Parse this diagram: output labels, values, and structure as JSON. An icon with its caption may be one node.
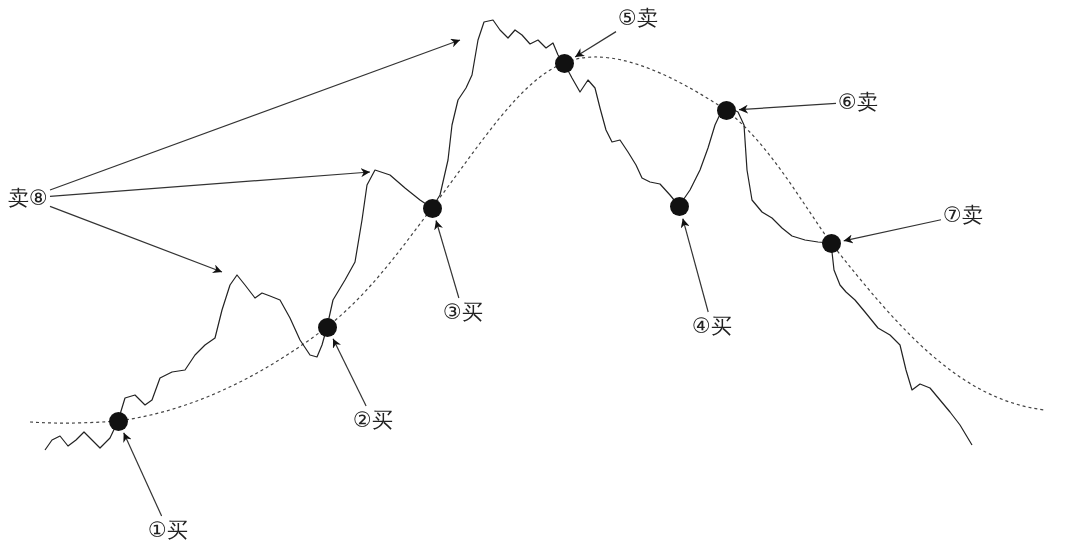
{
  "diagram": {
    "nodes": [
      {
        "text": [
          "①买"
        ]
      },
      {
        "text": [
          "②买"
        ]
      },
      {
        "text": [
          "③买"
        ]
      },
      {
        "text": [
          "④买"
        ]
      },
      {
        "text": [
          "⑤卖"
        ]
      },
      {
        "text": [
          "⑥卖"
        ]
      },
      {
        "text": [
          "⑦卖"
        ]
      },
      {
        "text": [
          "卖⑧"
        ]
      },
      {
        "text": [],
        "shape": "circle"
      },
      {
        "text": [],
        "shape": "circle"
      },
      {
        "text": [],
        "shape": "circle"
      },
      {
        "text": [],
        "shape": "circle"
      },
      {
        "text": [],
        "shape": "circle"
      },
      {
        "text": [],
        "shape": "circle"
      },
      {
        "text": [],
        "shape": "circle"
      }
    ],
    "edges": [
      {
        "from": 0,
        "to": 8,
        "arrow": "to"
      },
      {
        "from": 1,
        "to": 9,
        "arrow": "to"
      },
      {
        "from": 2,
        "to": 10,
        "arrow": "to"
      },
      {
        "from": 3,
        "to": 12,
        "arrow": "to"
      },
      {
        "from": 4,
        "to": 11,
        "arrow": "to"
      },
      {
        "from": 5,
        "to": 13,
        "arrow": "to"
      },
      {
        "from": 6,
        "to": 14,
        "arrow": "to"
      },
      {
        "from": 7,
        "to": null,
        "arrow": "to"
      },
      {
        "from": 7,
        "to": null,
        "arrow": "to"
      },
      {
        "from": 7,
        "to": null,
        "arrow": "to"
      }
    ]
  }
}
